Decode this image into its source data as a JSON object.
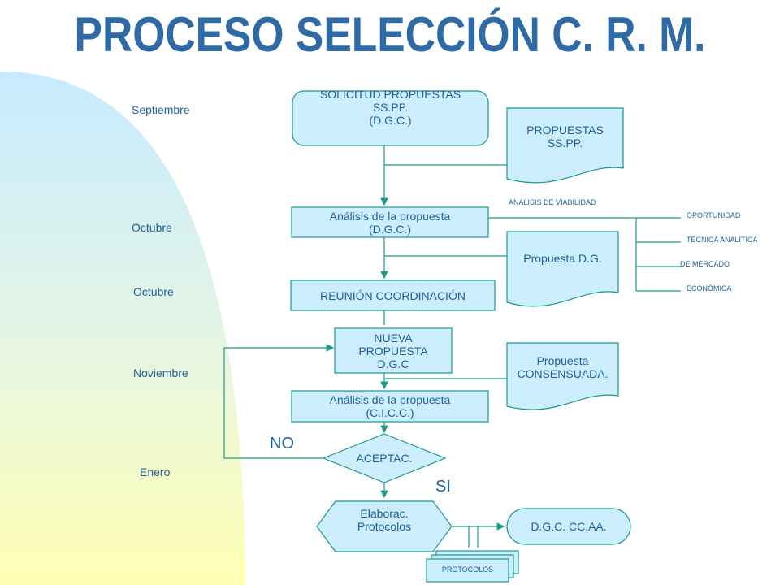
{
  "title": "PROCESO SELECCIÓN C. R. M.",
  "months": [
    "Septiembre",
    "Octubre",
    "Octubre",
    "Noviembre",
    "Enero"
  ],
  "nodes": {
    "solicitud": [
      "SOLICITUD PROPUESTAS",
      "SS.PP.",
      "(D.G.C.)"
    ],
    "propuestas_doc": [
      "PROPUESTAS",
      "SS.PP."
    ],
    "analisis1": [
      "Análisis de la propuesta",
      "(D.G.C.)"
    ],
    "propuesta_dg": "Propuesta D.G.",
    "reunion": "REUNIÓN COORDINACIÓN",
    "nueva": [
      "NUEVA",
      "PROPUESTA",
      "D.G.C"
    ],
    "consensuada": [
      "Propuesta",
      "CONSENSUADA."
    ],
    "analisis2": [
      "Análisis de la propuesta",
      "(C.I.C.C.)"
    ],
    "aceptac": "ACEPTAC.",
    "elaborac": [
      "Elaborac.",
      "Protocolos"
    ],
    "dgc": "D.G.C. CC.AA.",
    "protocolos": "PROTOCOLOS"
  },
  "viability": {
    "heading": "ANALISIS DE VIABILIDAD",
    "items": [
      "OPORTUNIDAD",
      "TÉCNICA ANALÍTICA",
      "DE MERCADO",
      "ECONÓMICA"
    ]
  },
  "decisions": {
    "no": "NO",
    "si": "SI"
  },
  "colors": {
    "line": "#1a9a8a",
    "fill": "#cceeff",
    "text": "#1f5f9a",
    "title": "#2e6aa6",
    "gradient_top": "#c6ebff",
    "gradient_bottom": "#ffffb3"
  }
}
